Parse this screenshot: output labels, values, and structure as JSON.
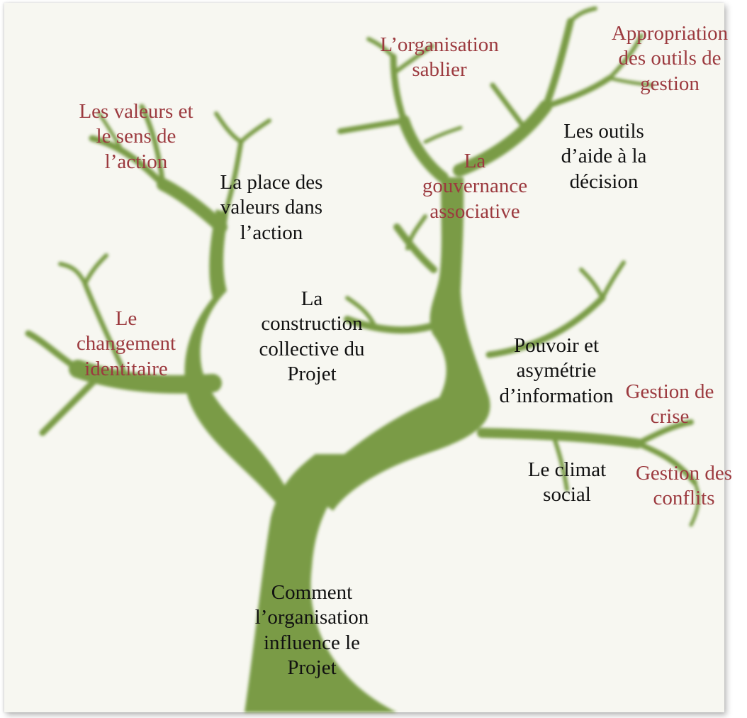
{
  "colors": {
    "background": "#f7f7f1",
    "trunk": "#6f9437",
    "primary_text": "#111111",
    "secondary_text": "#9c3a3f"
  },
  "labels": {
    "trunk": "Comment\nl’organisation\ninfluence le\nProjet",
    "construction": "La\nconstruction\ncollective du\nProjet",
    "place_valeurs": "La place des\nvaleurs dans\nl’action",
    "outils_aide": "Les outils\nd’aide à la\ndécision",
    "pouvoir": "Pouvoir et\nasymétrie\nd’information",
    "climat": "Le climat\nsocial",
    "valeurs_sens": "Les valeurs et\nle sens de\nl’action",
    "changement": "Le\nchangement\nidentitaire",
    "organisation_sablier": "L’organisation\nsablier",
    "gouvernance": "La\ngouvernance\nassociative",
    "appropriation": "Appropriation\ndes outils de\ngestion",
    "gestion_crise": "Gestion de\ncrise",
    "gestion_conflits": "Gestion des\nconflits"
  }
}
